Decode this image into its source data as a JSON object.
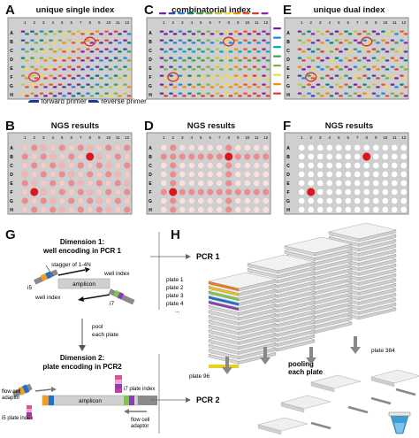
{
  "panels": {
    "A": {
      "letter": "A",
      "title": "unique single index"
    },
    "C": {
      "letter": "C",
      "title": "combinatorial index"
    },
    "E": {
      "letter": "E",
      "title": "unique dual index"
    },
    "B": {
      "letter": "B",
      "title": "NGS results"
    },
    "D": {
      "letter": "D",
      "title": "NGS results"
    },
    "F": {
      "letter": "F",
      "title": "NGS results"
    },
    "G": {
      "letter": "G"
    },
    "H": {
      "letter": "H"
    }
  },
  "plate_labels": {
    "cols": [
      "1",
      "2",
      "3",
      "4",
      "5",
      "6",
      "7",
      "8",
      "9",
      "10",
      "11",
      "12"
    ],
    "rows": [
      "A",
      "B",
      "C",
      "D",
      "E",
      "F",
      "G",
      "H"
    ]
  },
  "legend": {
    "forward": "forward primer",
    "reverse": "reverse primer"
  },
  "g_panel": {
    "dim1_title": "Dimension 1:",
    "dim1_sub": "well encoding in PCR 1",
    "stagger": "stagger of 1-4N",
    "well_index_top": "well index",
    "well_index_bottom": "well index",
    "i5": "i5",
    "i7": "i7",
    "amplicon1": "amplicon",
    "pool": "pool",
    "pool_sub": "each plate",
    "dim2_title": "Dimension 2:",
    "dim2_sub": "plate encoding in PCR2",
    "flow_cell_left_1": "flow cell",
    "flow_cell_left_2": "adaptor",
    "i5_plate_index": "i5 plate index",
    "i7_plate_index": "i7 plate index",
    "flow_cell_right_1": "flow cell",
    "flow_cell_right_2": "adaptor",
    "amplicon2": "amplicon"
  },
  "h_panel": {
    "pcr1": "PCR 1",
    "pcr2": "PCR 2",
    "plates": [
      "plate 1",
      "plate 2",
      "plate 3",
      "plate 4",
      "..."
    ],
    "plate96": "plate 96",
    "plate384": "plate 384",
    "pooling_1": "pooling",
    "pooling_2": "each plate"
  },
  "colors": {
    "plate_bg": "#cfcfcf",
    "ngs_high": "#e0141e",
    "ngs_mid": "#f08a8c",
    "ngs_low": "#f7c9c9",
    "tube_blue": "#3a9fd8"
  }
}
